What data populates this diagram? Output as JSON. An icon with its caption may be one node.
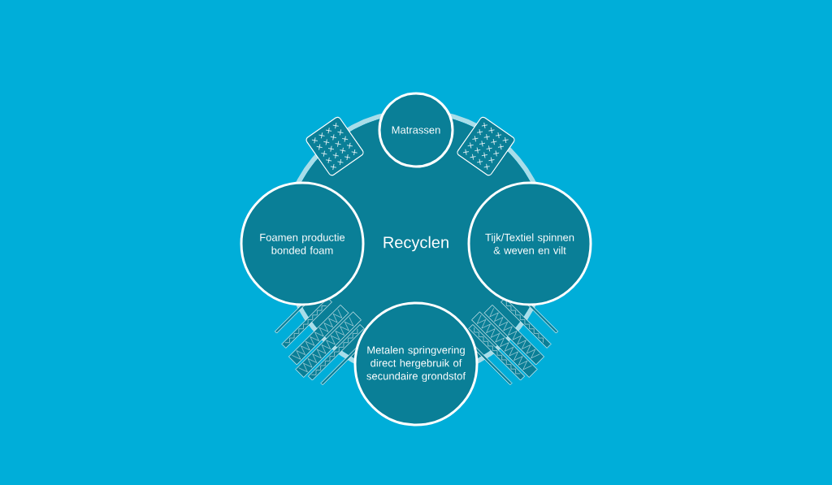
{
  "diagram": {
    "nodes": [
      {
        "text": [
          "Recyclen"
        ]
      },
      {
        "text": [
          "Matrassen"
        ]
      },
      {
        "text": [
          "Foamen productie bonded foam"
        ]
      },
      {
        "text": [
          "Tijk/Textiel spinnen & weven en vilt"
        ]
      },
      {
        "text": [
          "Metalen springvering direct hergebruik of secundaire grondstof"
        ]
      }
    ]
  }
}
